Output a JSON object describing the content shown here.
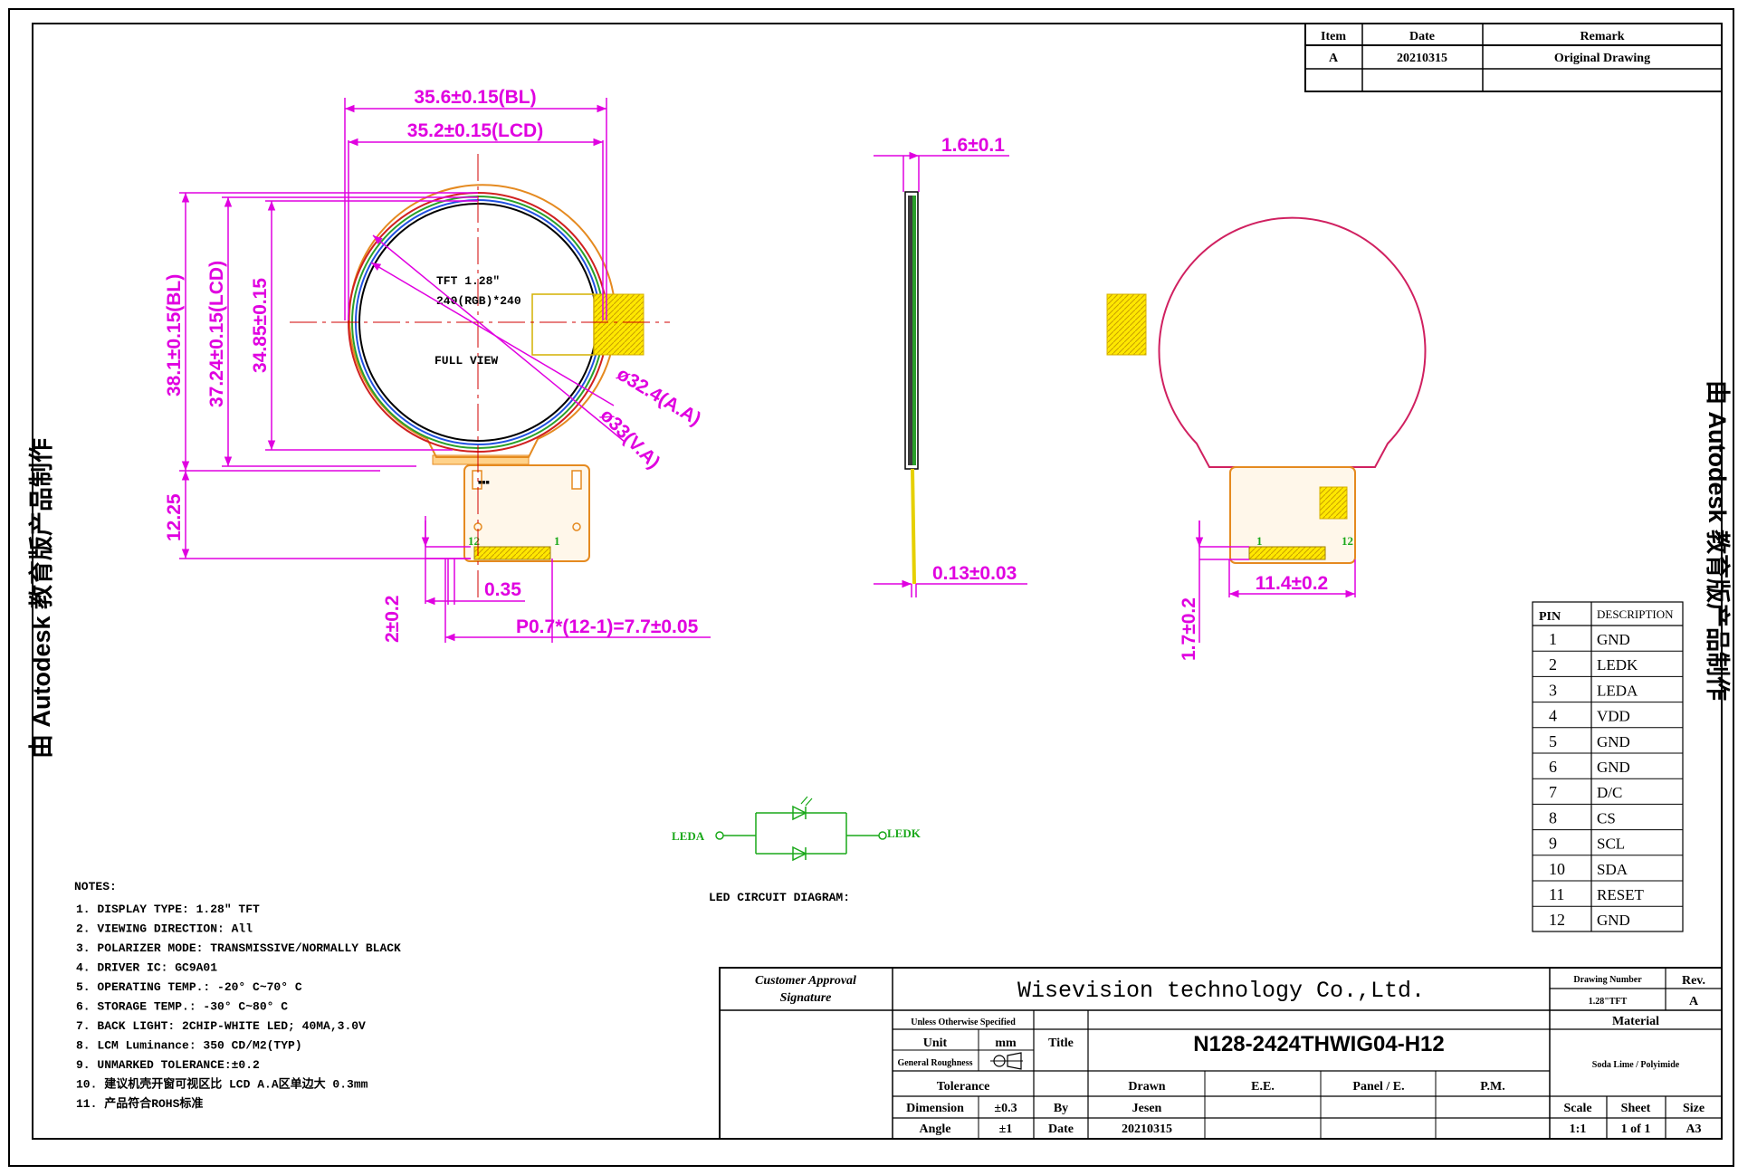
{
  "revision_table": {
    "headers": [
      "Item",
      "Date",
      "Remark"
    ],
    "rows": [
      [
        "A",
        "20210315",
        "Original Drawing"
      ]
    ]
  },
  "front_view": {
    "dim_width_bl": "35.6±0.15(BL)",
    "dim_width_lcd": "35.2±0.15(LCD)",
    "dim_height_bl": "38.1±0.15(BL)",
    "dim_height_lcd": "37.24±0.15(LCD)",
    "dim_height_va": "34.85±0.15",
    "dim_tail": "12.25",
    "dim_tab": "2±0.2",
    "dim_pad": "0.35",
    "dim_pitch": "P0.7*(12-1)=7.7±0.05",
    "dim_aa": "ø32.4(A.A)",
    "dim_va": "ø33(V.A)",
    "label_type": "TFT 1.28\"",
    "label_res": "240(RGB)*240",
    "label_view": "FULL VIEW",
    "pin_left": "12",
    "pin_right": "1"
  },
  "side_view": {
    "dim_thickness": "1.6±0.1",
    "dim_fpc": "0.13±0.03"
  },
  "back_view": {
    "dim_fpc_width": "11.4±0.2",
    "dim_tab": "1.7±0.2",
    "pin_left": "1",
    "pin_right": "12"
  },
  "led_circuit": {
    "left_label": "LEDA",
    "right_label": "LEDK",
    "caption": "LED CIRCUIT DIAGRAM:"
  },
  "pin_table": {
    "headers": [
      "PIN",
      "DESCRIPTION"
    ],
    "rows": [
      [
        "1",
        "GND"
      ],
      [
        "2",
        "LEDK"
      ],
      [
        "3",
        "LEDA"
      ],
      [
        "4",
        "VDD"
      ],
      [
        "5",
        "GND"
      ],
      [
        "6",
        "GND"
      ],
      [
        "7",
        "D/C"
      ],
      [
        "8",
        "CS"
      ],
      [
        "9",
        "SCL"
      ],
      [
        "10",
        "SDA"
      ],
      [
        "11",
        "RESET"
      ],
      [
        "12",
        "GND"
      ]
    ]
  },
  "notes": {
    "title": "NOTES:",
    "items": [
      "1. DISPLAY TYPE:   1.28\" TFT",
      "2. VIEWING DIRECTION: All",
      "3. POLARIZER MODE:  TRANSMISSIVE/NORMALLY BLACK",
      "4. DRIVER IC: GC9A01",
      "5. OPERATING TEMP.:   -20° C~70° C",
      "6. STORAGE TEMP.:   -30° C~80° C",
      "7. BACK LIGHT: 2CHIP-WHITE LED; 40MA,3.0V",
      "8. LCM Luminance: 350 CD/M2(TYP)",
      "9. UNMARKED TOLERANCE:±0.2",
      "10. 建议机壳开窗可视区比 LCD A.A区单边大 0.3mm",
      "11. 产品符合ROHS标准"
    ]
  },
  "title_block": {
    "approval": [
      "Customer Approval",
      "Signature"
    ],
    "company": "Wisevision technology Co.,Ltd.",
    "drawing_number_label": "Drawing Number",
    "drawing_number": "1.28\"TFT",
    "rev_label": "Rev.",
    "rev": "A",
    "material_label": "Material",
    "material": "Soda Lime / Polyimide",
    "unless_specified": "Unless Otherwise Specified",
    "unit_label": "Unit",
    "unit": "mm",
    "roughness": "General Roughness",
    "title_label": "Title",
    "title": "N128-2424THWIG04-H12",
    "tolerance_label": "Tolerance",
    "dimension_label": "Dimension",
    "dimension_tol": "±0.3",
    "angle_label": "Angle",
    "angle_tol": "±1",
    "drawn_label": "Drawn",
    "ee_label": "E.E.",
    "panel_label": "Panel / E.",
    "pm_label": "P.M.",
    "by_label": "By",
    "by": "Jesen",
    "date_label": "Date",
    "date": "20210315",
    "scale_label": "Scale",
    "scale": "1:1",
    "sheet_label": "Sheet",
    "sheet": "1 of 1",
    "size_label": "Size",
    "size": "A3"
  },
  "watermark": "由 Autodesk 教育版产品制作"
}
